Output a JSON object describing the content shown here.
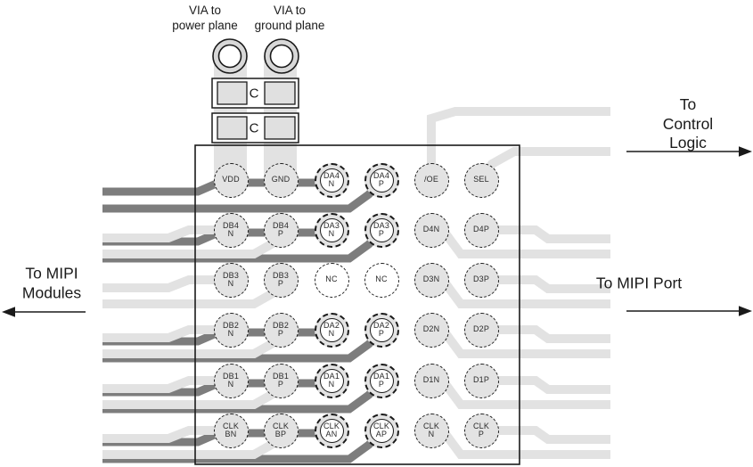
{
  "title": "MIPI switch PCB escape-routing diagram",
  "colors": {
    "light_trace": "#e2e2e2",
    "dark_trace": "#7d7d7d",
    "pad_fill": "#e3e3e3",
    "via_ring": "#d8d8d8",
    "cap_fill": "#e0e0e0",
    "outline": "#1a1a1a"
  },
  "top": {
    "power_via_label": "VIA to\npower plane",
    "ground_via_label": "VIA to\nground plane",
    "cap1_label": "C",
    "cap2_label": "C"
  },
  "side_labels": {
    "left": "To MIPI\nModules",
    "right_top": "To Control\nLogic",
    "right_middle": "To MIPI Port"
  },
  "pads": {
    "rows": [
      {
        "left": "dark",
        "right": "control",
        "cells": [
          {
            "label": "VDD",
            "style": "plain"
          },
          {
            "label": "GND",
            "style": "plain"
          },
          {
            "label": "DA4\nN",
            "style": "via"
          },
          {
            "label": "DA4\nP",
            "style": "via"
          },
          {
            "label": "/OE",
            "style": "plain"
          },
          {
            "label": "SEL",
            "style": "plain"
          }
        ]
      },
      {
        "left": "both",
        "right": "pair",
        "cells": [
          {
            "label": "DB4\nN",
            "style": "plain"
          },
          {
            "label": "DB4\nP",
            "style": "plain"
          },
          {
            "label": "DA3\nN",
            "style": "via"
          },
          {
            "label": "DA3\nP",
            "style": "via"
          },
          {
            "label": "D4N",
            "style": "plain"
          },
          {
            "label": "D4P",
            "style": "plain"
          }
        ]
      },
      {
        "left": "light",
        "right": "pair",
        "cells": [
          {
            "label": "DB3\nN",
            "style": "plain"
          },
          {
            "label": "DB3\nP",
            "style": "plain"
          },
          {
            "label": "NC",
            "style": "nc"
          },
          {
            "label": "NC",
            "style": "nc"
          },
          {
            "label": "D3N",
            "style": "plain"
          },
          {
            "label": "D3P",
            "style": "plain"
          }
        ]
      },
      {
        "left": "both",
        "right": "pair",
        "cells": [
          {
            "label": "DB2\nN",
            "style": "plain"
          },
          {
            "label": "DB2\nP",
            "style": "plain"
          },
          {
            "label": "DA2\nN",
            "style": "via"
          },
          {
            "label": "DA2\nP",
            "style": "via"
          },
          {
            "label": "D2N",
            "style": "plain"
          },
          {
            "label": "D2P",
            "style": "plain"
          }
        ]
      },
      {
        "left": "both",
        "right": "pair",
        "cells": [
          {
            "label": "DB1\nN",
            "style": "plain"
          },
          {
            "label": "DB1\nP",
            "style": "plain"
          },
          {
            "label": "DA1\nN",
            "style": "via"
          },
          {
            "label": "DA1\nP",
            "style": "via"
          },
          {
            "label": "D1N",
            "style": "plain"
          },
          {
            "label": "D1P",
            "style": "plain"
          }
        ]
      },
      {
        "left": "both",
        "right": "pair",
        "cells": [
          {
            "label": "CLK\nBN",
            "style": "plain"
          },
          {
            "label": "CLK\nBP",
            "style": "plain"
          },
          {
            "label": "CLK\nAN",
            "style": "via"
          },
          {
            "label": "CLK\nAP",
            "style": "via"
          },
          {
            "label": "CLK\nN",
            "style": "plain"
          },
          {
            "label": "CLK\nP",
            "style": "plain"
          }
        ]
      }
    ]
  }
}
